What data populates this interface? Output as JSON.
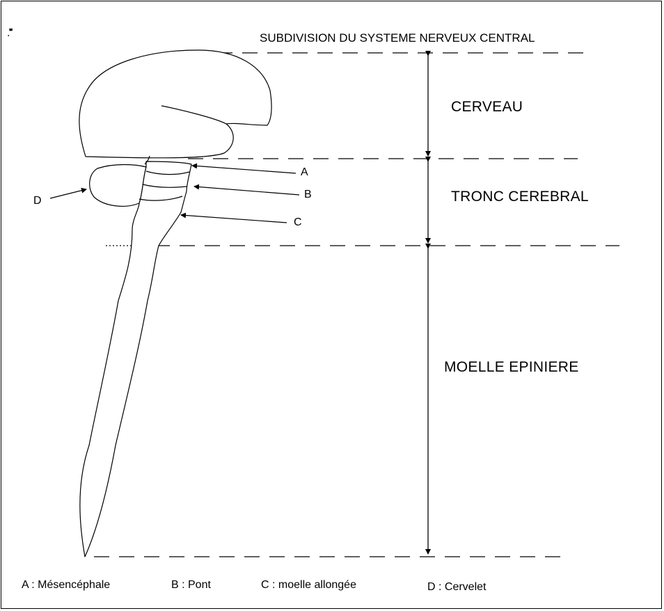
{
  "diagram": {
    "title": "SUBDIVISION DU SYSTEME NERVEUX CENTRAL",
    "corner_mark": ".''''",
    "regions": {
      "cerveau": "CERVEAU",
      "tronc": "TRONC CEREBRAL",
      "moelle": "MOELLE EPINIERE"
    },
    "pointers": {
      "a": "A",
      "b": "B",
      "c": "C",
      "d": "D"
    },
    "legend": {
      "a": "A : Mésencéphale",
      "b": "B : Pont",
      "c": "C : moelle allongée",
      "d": "D : Cervelet"
    },
    "colors": {
      "line": "#000000",
      "background": "#ffffff"
    }
  }
}
